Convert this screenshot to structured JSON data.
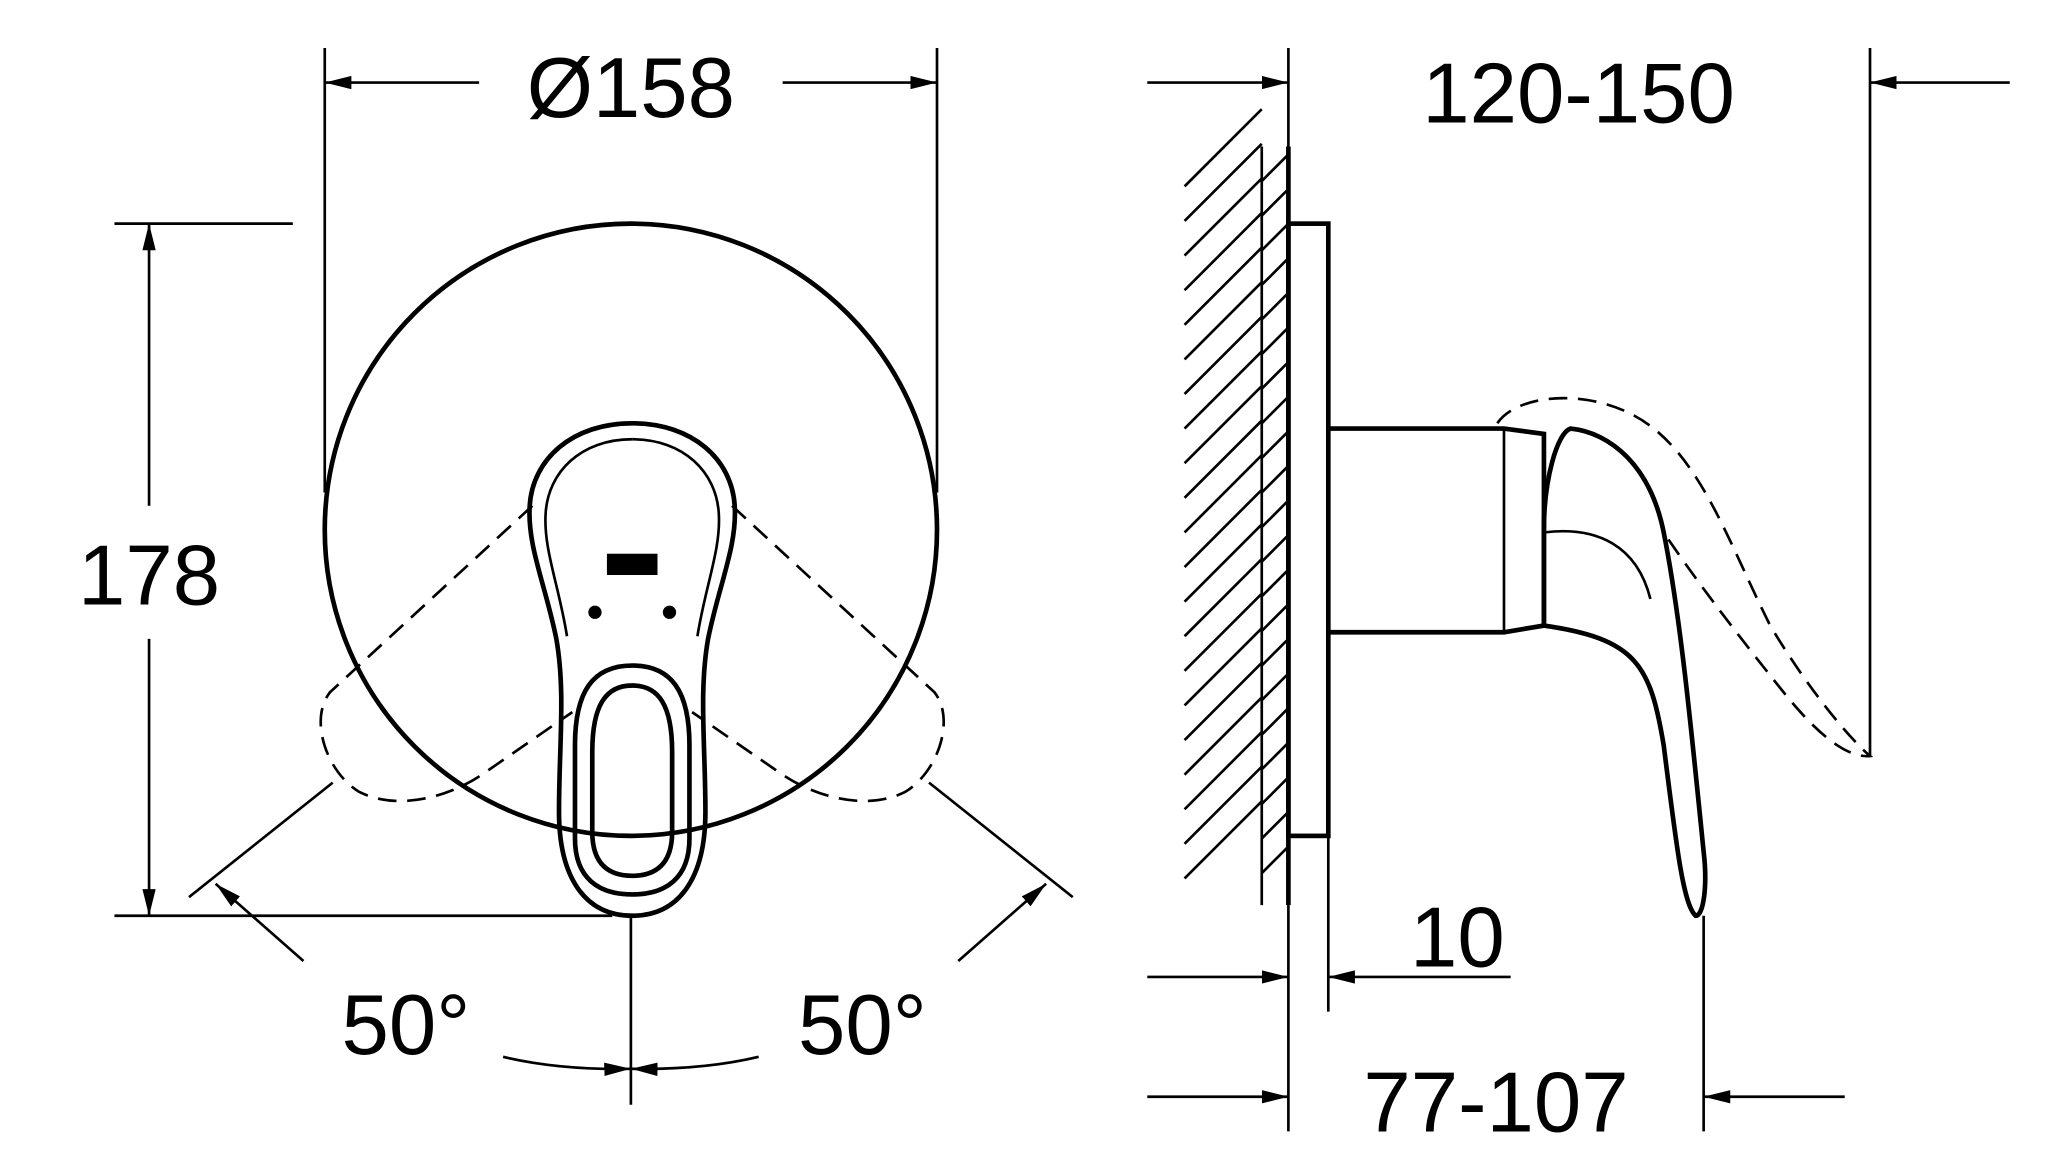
{
  "front_view": {
    "diameter_label": "Ø158",
    "height_label": "178",
    "angle_left_label": "50°",
    "angle_right_label": "50°"
  },
  "side_view": {
    "projection_label": "120-150",
    "plate_label": "10",
    "depth_label": "77-107"
  }
}
